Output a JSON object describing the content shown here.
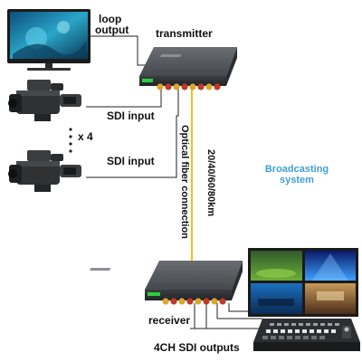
{
  "labels": {
    "loop_output_line1": "loop",
    "loop_output_line2": "output",
    "transmitter": "transmitter",
    "sdi_input_1": "SDI input",
    "sdi_input_2": "SDI input",
    "multiplier": "x 4",
    "optical_connection": "Optical fiber connection",
    "distance": "20/40/60/80km",
    "broadcasting_line1": "Broadcasting",
    "broadcasting_line2": "system",
    "receiver": "receiver",
    "outputs": "4CH SDI outputs"
  },
  "colors": {
    "fiber": "#f2c21b",
    "line": "#222222",
    "device_body": "#3a3d40",
    "device_top": "#55595d",
    "accent_text": "#3f9fd6",
    "bnc_red": "#c0392b",
    "bnc_gold": "#d9a72b",
    "led_green": "#2ecc40"
  },
  "icons": {
    "monitor": "monitor-icon",
    "camera": "video-camera-icon",
    "transmitter": "fiber-transmitter-icon",
    "receiver": "fiber-receiver-icon",
    "video_wall": "video-wall-icon",
    "switcher": "video-switcher-console-icon"
  }
}
